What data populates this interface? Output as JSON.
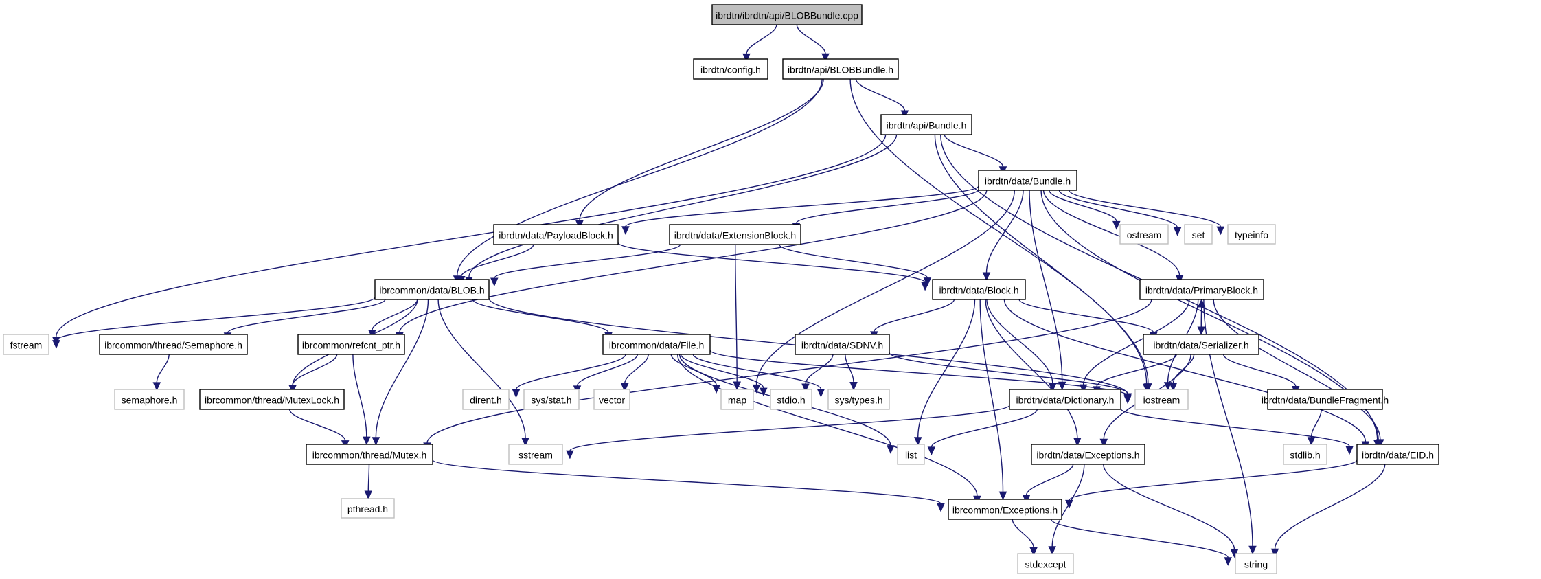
{
  "title": "ibrdtn/ibrdtn/api/BLOBBundle.cpp",
  "colors": {
    "edge": "#191970",
    "root_fill": "#bfbfbf",
    "internal_border": "#000000",
    "external_border": "#bfbfbf"
  },
  "nodes": [
    {
      "id": "root",
      "label": "ibrdtn/ibrdtn/api/BLOBBundle.cpp",
      "kind": "root"
    },
    {
      "id": "config",
      "label": "ibrdtn/config.h",
      "kind": "internal"
    },
    {
      "id": "blobbundle_h",
      "label": "ibrdtn/api/BLOBBundle.h",
      "kind": "internal"
    },
    {
      "id": "api_bundle",
      "label": "ibrdtn/api/Bundle.h",
      "kind": "internal"
    },
    {
      "id": "data_bundle",
      "label": "ibrdtn/data/Bundle.h",
      "kind": "internal"
    },
    {
      "id": "ostream",
      "label": "ostream",
      "kind": "external"
    },
    {
      "id": "set",
      "label": "set",
      "kind": "external"
    },
    {
      "id": "typeinfo",
      "label": "typeinfo",
      "kind": "external"
    },
    {
      "id": "payload",
      "label": "ibrdtn/data/PayloadBlock.h",
      "kind": "internal"
    },
    {
      "id": "extension",
      "label": "ibrdtn/data/ExtensionBlock.h",
      "kind": "internal"
    },
    {
      "id": "blob",
      "label": "ibrcommon/data/BLOB.h",
      "kind": "internal"
    },
    {
      "id": "block",
      "label": "ibrdtn/data/Block.h",
      "kind": "internal"
    },
    {
      "id": "primary",
      "label": "ibrdtn/data/PrimaryBlock.h",
      "kind": "internal"
    },
    {
      "id": "fstream",
      "label": "fstream",
      "kind": "external"
    },
    {
      "id": "semaphore_h",
      "label": "ibrcommon/thread/Semaphore.h",
      "kind": "internal"
    },
    {
      "id": "refcnt",
      "label": "ibrcommon/refcnt_ptr.h",
      "kind": "internal"
    },
    {
      "id": "file",
      "label": "ibrcommon/data/File.h",
      "kind": "internal"
    },
    {
      "id": "sdnv",
      "label": "ibrdtn/data/SDNV.h",
      "kind": "internal"
    },
    {
      "id": "serializer",
      "label": "ibrdtn/data/Serializer.h",
      "kind": "internal"
    },
    {
      "id": "semaphore_sys",
      "label": "semaphore.h",
      "kind": "external"
    },
    {
      "id": "mutexlock",
      "label": "ibrcommon/thread/MutexLock.h",
      "kind": "internal"
    },
    {
      "id": "dirent",
      "label": "dirent.h",
      "kind": "external"
    },
    {
      "id": "sysstat",
      "label": "sys/stat.h",
      "kind": "external"
    },
    {
      "id": "vector",
      "label": "vector",
      "kind": "external"
    },
    {
      "id": "map",
      "label": "map",
      "kind": "external"
    },
    {
      "id": "stdio",
      "label": "stdio.h",
      "kind": "external"
    },
    {
      "id": "systypes",
      "label": "sys/types.h",
      "kind": "external"
    },
    {
      "id": "dictionary",
      "label": "ibrdtn/data/Dictionary.h",
      "kind": "internal"
    },
    {
      "id": "iostream",
      "label": "iostream",
      "kind": "external"
    },
    {
      "id": "fragment",
      "label": "ibrdtn/data/BundleFragment.h",
      "kind": "internal"
    },
    {
      "id": "mutex",
      "label": "ibrcommon/thread/Mutex.h",
      "kind": "internal"
    },
    {
      "id": "sstream",
      "label": "sstream",
      "kind": "external"
    },
    {
      "id": "list",
      "label": "list",
      "kind": "external"
    },
    {
      "id": "dtn_exceptions",
      "label": "ibrdtn/data/Exceptions.h",
      "kind": "internal"
    },
    {
      "id": "stdlib",
      "label": "stdlib.h",
      "kind": "external"
    },
    {
      "id": "eid",
      "label": "ibrdtn/data/EID.h",
      "kind": "internal"
    },
    {
      "id": "pthread",
      "label": "pthread.h",
      "kind": "external"
    },
    {
      "id": "common_exceptions",
      "label": "ibrcommon/Exceptions.h",
      "kind": "internal"
    },
    {
      "id": "stdexcept",
      "label": "stdexcept",
      "kind": "external"
    },
    {
      "id": "string",
      "label": "string",
      "kind": "external"
    }
  ],
  "edges": [
    [
      "root",
      "config"
    ],
    [
      "root",
      "blobbundle_h"
    ],
    [
      "blobbundle_h",
      "api_bundle"
    ],
    [
      "blobbundle_h",
      "payload"
    ],
    [
      "blobbundle_h",
      "blob"
    ],
    [
      "blobbundle_h",
      "iostream"
    ],
    [
      "api_bundle",
      "data_bundle"
    ],
    [
      "api_bundle",
      "blob"
    ],
    [
      "api_bundle",
      "fstream"
    ],
    [
      "api_bundle",
      "iostream"
    ],
    [
      "api_bundle",
      "eid"
    ],
    [
      "data_bundle",
      "payload"
    ],
    [
      "data_bundle",
      "extension"
    ],
    [
      "data_bundle",
      "refcnt"
    ],
    [
      "data_bundle",
      "map"
    ],
    [
      "data_bundle",
      "block"
    ],
    [
      "data_bundle",
      "dictionary"
    ],
    [
      "data_bundle",
      "primary"
    ],
    [
      "data_bundle",
      "ostream"
    ],
    [
      "data_bundle",
      "set"
    ],
    [
      "data_bundle",
      "typeinfo"
    ],
    [
      "data_bundle",
      "eid"
    ],
    [
      "payload",
      "blob"
    ],
    [
      "payload",
      "block"
    ],
    [
      "extension",
      "blob"
    ],
    [
      "extension",
      "block"
    ],
    [
      "extension",
      "map"
    ],
    [
      "blob",
      "fstream"
    ],
    [
      "blob",
      "semaphore_h"
    ],
    [
      "blob",
      "refcnt"
    ],
    [
      "blob",
      "mutexlock"
    ],
    [
      "blob",
      "mutex"
    ],
    [
      "blob",
      "file"
    ],
    [
      "blob",
      "sstream"
    ],
    [
      "blob",
      "iostream"
    ],
    [
      "block",
      "sdnv"
    ],
    [
      "block",
      "serializer"
    ],
    [
      "block",
      "dictionary"
    ],
    [
      "block",
      "list"
    ],
    [
      "block",
      "dtn_exceptions"
    ],
    [
      "block",
      "common_exceptions"
    ],
    [
      "block",
      "eid"
    ],
    [
      "primary",
      "serializer"
    ],
    [
      "primary",
      "dictionary"
    ],
    [
      "primary",
      "iostream"
    ],
    [
      "primary",
      "eid"
    ],
    [
      "primary",
      "mutex"
    ],
    [
      "primary",
      "string"
    ],
    [
      "semaphore_h",
      "semaphore_sys"
    ],
    [
      "refcnt",
      "mutexlock"
    ],
    [
      "refcnt",
      "mutex"
    ],
    [
      "file",
      "dirent"
    ],
    [
      "file",
      "sysstat"
    ],
    [
      "file",
      "vector"
    ],
    [
      "file",
      "map"
    ],
    [
      "file",
      "stdio"
    ],
    [
      "file",
      "systypes"
    ],
    [
      "file",
      "iostream"
    ],
    [
      "file",
      "list"
    ],
    [
      "file",
      "common_exceptions"
    ],
    [
      "sdnv",
      "stdio"
    ],
    [
      "sdnv",
      "systypes"
    ],
    [
      "sdnv",
      "iostream"
    ],
    [
      "serializer",
      "primary"
    ],
    [
      "serializer",
      "dictionary"
    ],
    [
      "serializer",
      "iostream"
    ],
    [
      "serializer",
      "fragment"
    ],
    [
      "serializer",
      "dtn_exceptions"
    ],
    [
      "mutexlock",
      "mutex"
    ],
    [
      "dictionary",
      "sstream"
    ],
    [
      "dictionary",
      "list"
    ],
    [
      "dictionary",
      "eid"
    ],
    [
      "fragment",
      "stdlib"
    ],
    [
      "mutex",
      "pthread"
    ],
    [
      "mutex",
      "common_exceptions"
    ],
    [
      "dtn_exceptions",
      "common_exceptions"
    ],
    [
      "dtn_exceptions",
      "stdexcept"
    ],
    [
      "dtn_exceptions",
      "string"
    ],
    [
      "eid",
      "common_exceptions"
    ],
    [
      "eid",
      "string"
    ],
    [
      "common_exceptions",
      "stdexcept"
    ],
    [
      "common_exceptions",
      "string"
    ]
  ]
}
